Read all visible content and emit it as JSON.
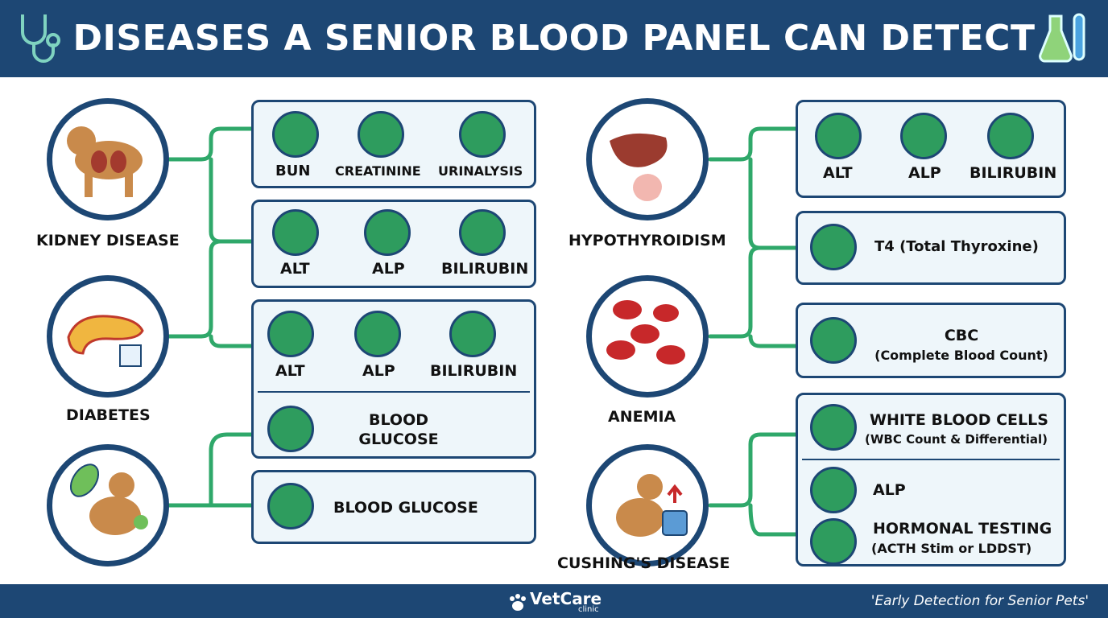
{
  "header": {
    "title": "DISEASES A SENIOR BLOOD PANEL CAN DETECT"
  },
  "diseases": {
    "kidney": "KIDNEY DISEASE",
    "diabetes": "DIABETES",
    "hypothyroidism": "HYPOTHYROIDISM",
    "anemia": "ANEMIA",
    "cushings": "CUSHING'S DISEASE"
  },
  "tests": {
    "box1": [
      "BUN",
      "CREATININE",
      "URINALYSIS"
    ],
    "box2": [
      "ALT",
      "ALP",
      "BILIRUBIN"
    ],
    "box3": [
      "ALT",
      "ALP",
      "BILIRUBIN"
    ],
    "box3_glucose": "BLOOD GLUCOSE",
    "box4": "BLOOD GLUCOSE",
    "box5": [
      "ALT",
      "ALP",
      "BILIRUBIN"
    ],
    "box6": "T4 (Total Thyroxine)",
    "box7_title": "CBC",
    "box7_sub": "(Complete Blood Count)",
    "box8_wbc": "WHITE BLOOD CELLS",
    "box8_wbc_sub": "(WBC Count & Differential)",
    "box8_alp": "ALP",
    "box8_hormonal": "HORMONAL TESTING",
    "box8_hormonal_sub": "(ACTH Stim or LDDST)"
  },
  "icons": {
    "t4_tube": "T4",
    "stethoscope": "stethoscope-icon",
    "flask": "flask-icon",
    "molecule": "molecule-icon"
  },
  "footer": {
    "brand": "VetCare",
    "brand_sub": "clinic",
    "tagline": "'Early Detection for Senior Pets'"
  },
  "colors": {
    "navy": "#1d4774",
    "green": "#2e9c5e",
    "box": "#eef6fa",
    "connector": "#2fa86a"
  }
}
